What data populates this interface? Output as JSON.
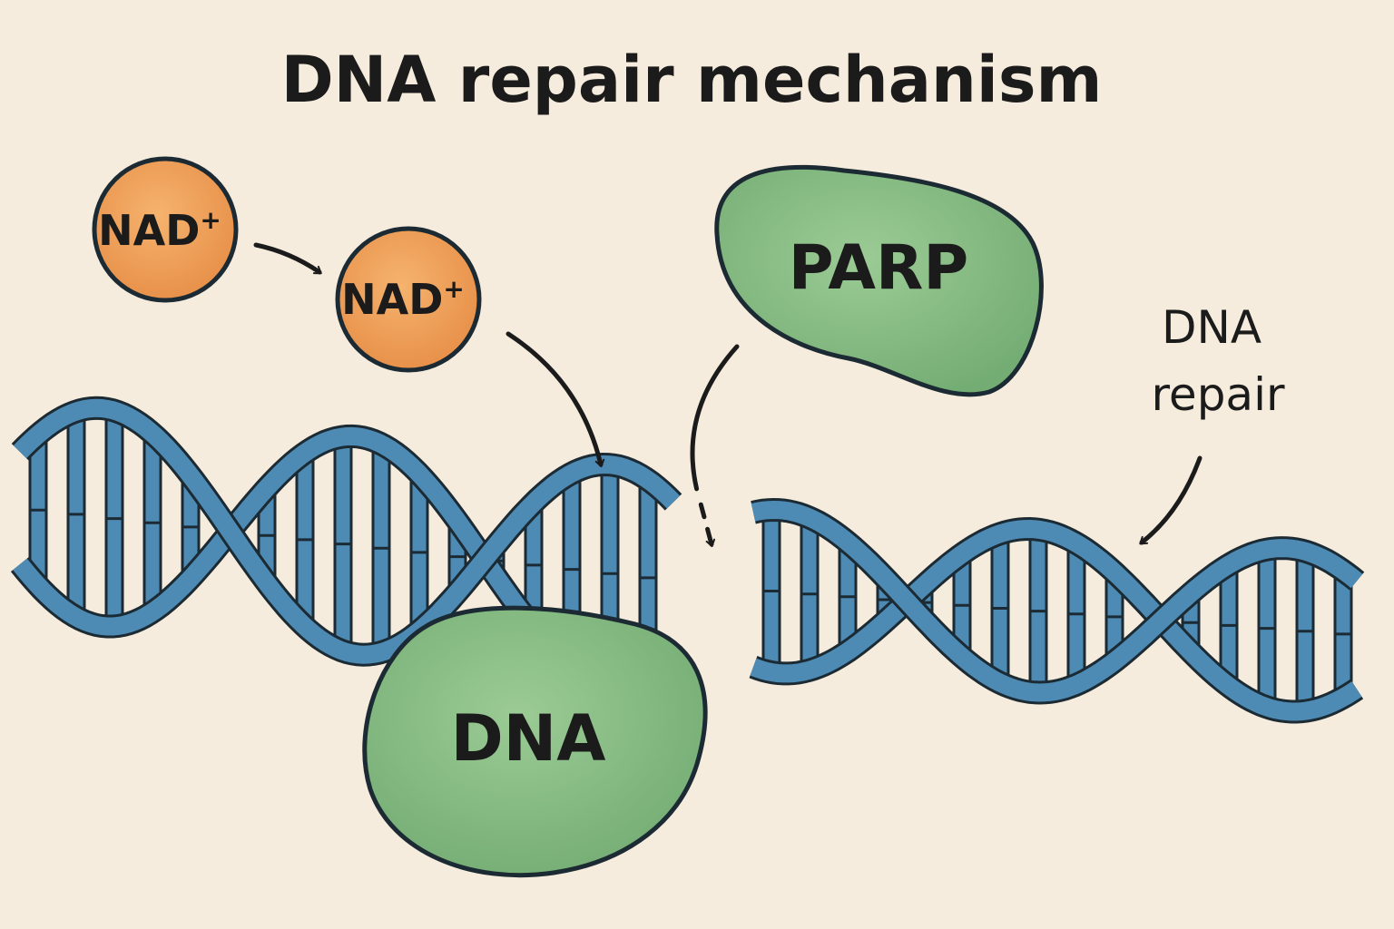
{
  "title": "DNA repair mechanism",
  "nad_molecules": [
    {
      "label": "NAD",
      "superscript": "+"
    },
    {
      "label": "NAD",
      "superscript": "+"
    }
  ],
  "proteins": {
    "parp": "PARP",
    "dna_protein": "DNA"
  },
  "annotation": {
    "line1": "DNA",
    "line2": "repair"
  },
  "colors": {
    "background": "#f6ecdd",
    "nad_fill": "#f0a25a",
    "protein_fill": "#86bd84",
    "dna_strand": "#4d8bb5",
    "outline": "#1b2a33",
    "text": "#1b1b1b"
  }
}
